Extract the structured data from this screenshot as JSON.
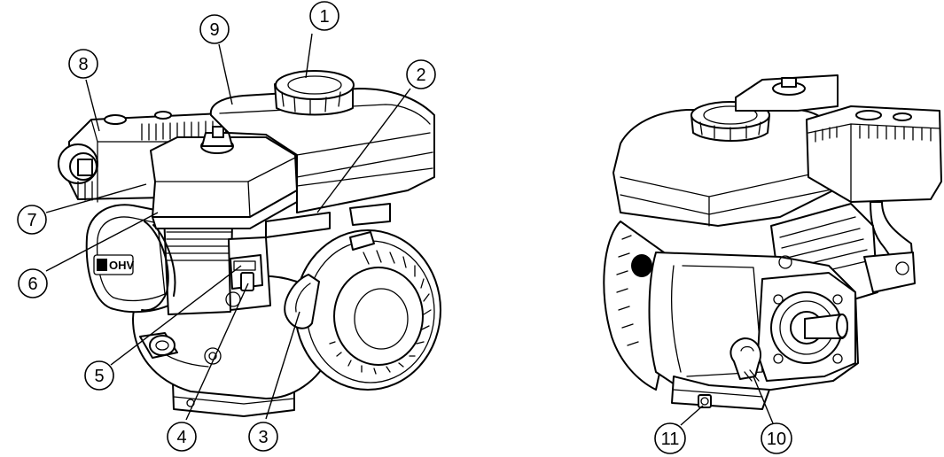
{
  "diagram": {
    "left_view": {
      "badge_text": "OHV",
      "callouts": [
        "1",
        "2",
        "3",
        "4",
        "5",
        "6",
        "7",
        "8",
        "9"
      ]
    },
    "right_view": {
      "callouts": [
        "10",
        "11"
      ]
    }
  }
}
